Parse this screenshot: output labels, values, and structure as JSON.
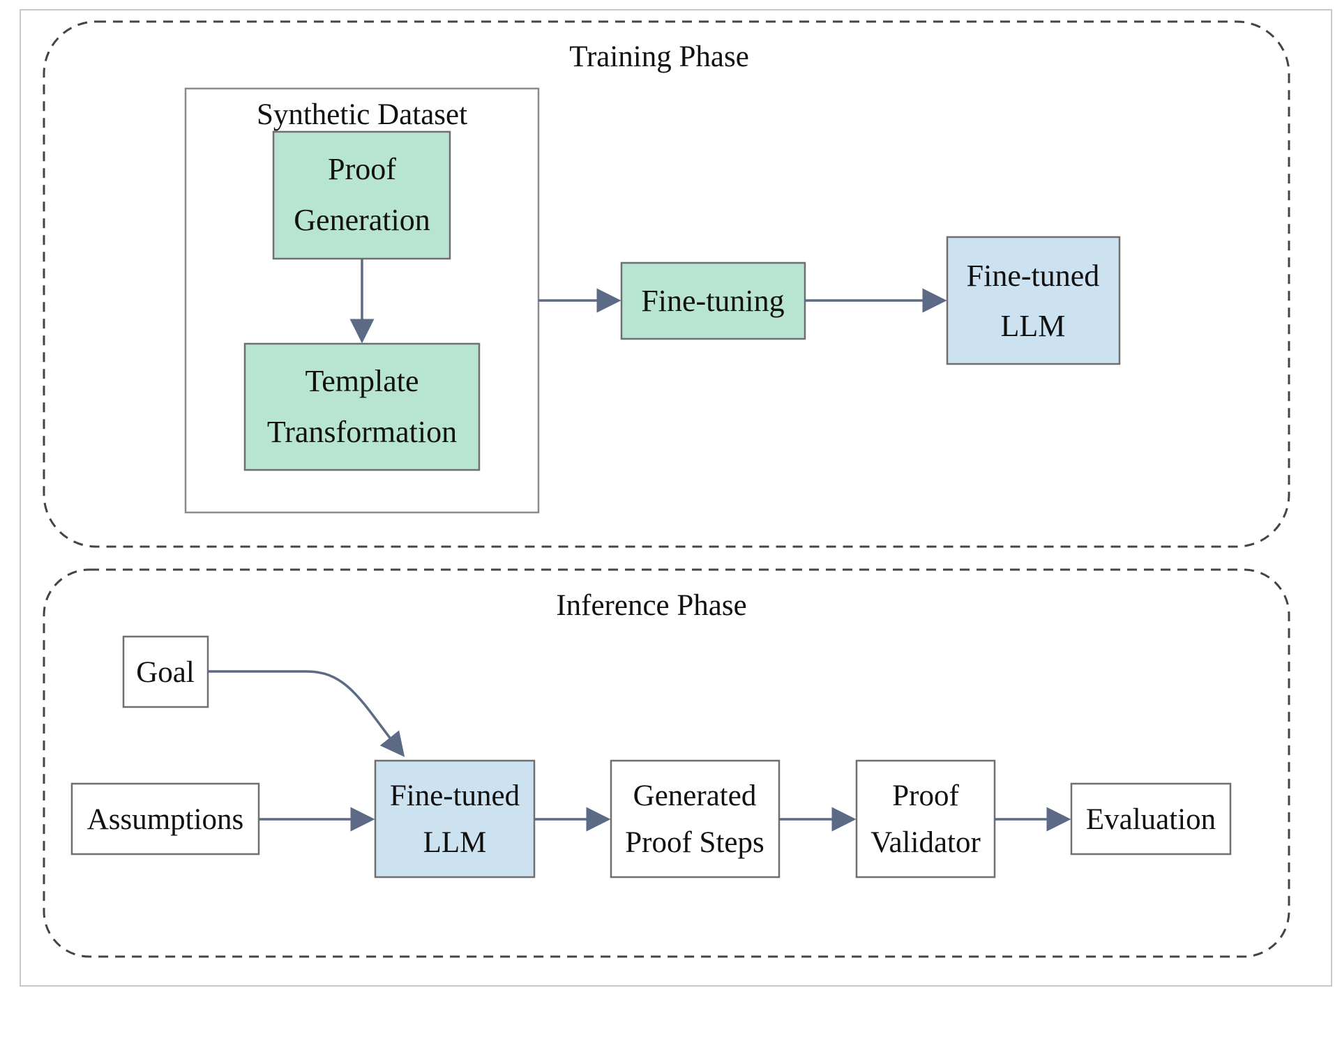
{
  "colors": {
    "green_fill": "#b8e4d2",
    "blue_fill": "#cde2f0",
    "node_stroke": "#6f6f6f",
    "arrow": "#5d6a85",
    "dashed_border": "#444444",
    "frame_border": "#c8c8c8"
  },
  "training": {
    "title": "Training Phase",
    "dataset_title": "Synthetic Dataset",
    "proof_generation": [
      "Proof",
      "Generation"
    ],
    "template_transformation": [
      "Template",
      "Transformation"
    ],
    "fine_tuning": "Fine-tuning",
    "fine_tuned_llm": [
      "Fine-tuned",
      "LLM"
    ]
  },
  "inference": {
    "title": "Inference Phase",
    "goal": "Goal",
    "assumptions": "Assumptions",
    "fine_tuned_llm": [
      "Fine-tuned",
      "LLM"
    ],
    "generated_proof_steps": [
      "Generated",
      "Proof Steps"
    ],
    "proof_validator": [
      "Proof",
      "Validator"
    ],
    "evaluation": "Evaluation"
  }
}
